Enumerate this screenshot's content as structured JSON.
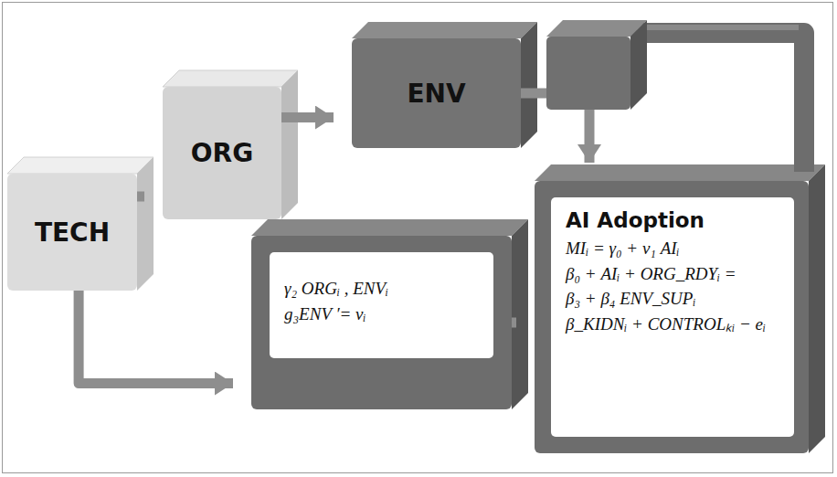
{
  "diagram": {
    "nodes": [
      {
        "text": [
          "TECH"
        ]
      },
      {
        "text": [
          "ORG"
        ]
      },
      {
        "text": [
          "ENV"
        ]
      },
      {
        "text": [
          "γ₂ ORGᵢ , ENVᵢ",
          "g₃ENV ′= νᵢ"
        ]
      },
      {
        "text": [
          "AI Adoption",
          "MIᵢ = γ₀ + ν₁ AIᵢ",
          "β₀ + AIᵢ + ORG_RDYᵢ =",
          "β₃ + β₄ ENV_SUPᵢ",
          "β_KIDNᵢ + CONTROLₖᵢ − eᵢ"
        ]
      }
    ],
    "edges": [
      {
        "from": 0,
        "to": 1,
        "arrow": "to"
      },
      {
        "from": 1,
        "to": 2,
        "arrow": "to"
      },
      {
        "from": 2,
        "to": 4,
        "arrow": "to"
      },
      {
        "from": 0,
        "to": 3,
        "arrow": "to"
      },
      {
        "from": 3,
        "to": 4,
        "arrow": "to"
      }
    ]
  }
}
